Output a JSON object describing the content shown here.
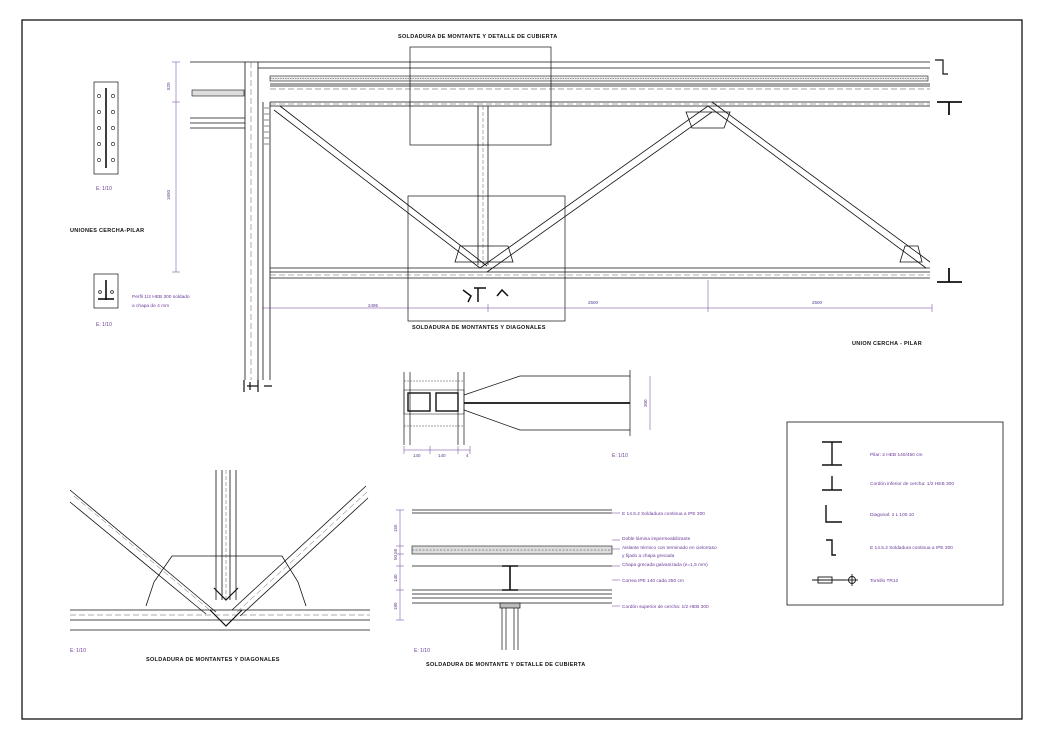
{
  "titles": {
    "top_center": "SOLDADURA DE MONTANTE Y DETALLE DE CUBIERTA",
    "mid_center": "SOLDADURA DE MONTANTES Y DIAGONALES",
    "left_block": "UNIONES CERCHA-PILAR",
    "right_block": "UNION CERCHA - PILAR",
    "bottom_left": "SOLDADURA DE MONTANTES Y DIAGONALES",
    "bottom_center": "SOLDADURA DE MONTANTE Y DETALLE DE CUBIERTA"
  },
  "scales": {
    "s1": "E: 1/10",
    "s2": "E: 1/10",
    "s3": "E: 1/10",
    "s4": "E: 1/10",
    "s5": "E: 1/10"
  },
  "dimensions": {
    "d520": "520",
    "d1650": "1650",
    "d2495": "2495",
    "d2500a": "2500",
    "d2500b": "2500",
    "d300": "300",
    "d140a": "140",
    "d140b": "140",
    "d4": "4",
    "v155": "155",
    "v50": "50 50",
    "v140": "140",
    "v180": "180"
  },
  "notes": {
    "perfil": "Perfil 1/2 HEB 300 soldado",
    "perfil2": "a chapa de 4 mm",
    "n1": "E 14.5.2 Soldadura continua a IPE 300",
    "n2": "Doble lámina impermeabilizante",
    "n3": "Aislante térmico con terminado en cielorraso",
    "n4": "y fijado a chapa grecada",
    "n5": "Chapa grecada galvanizada (e=1,5 mm)",
    "n6": "Correa IPE 140 cada 250 cm",
    "n7": "Cordón superior de cercha: 1/2 HEB 300"
  },
  "legend": {
    "items": [
      {
        "icon": "i-beam-icon",
        "label": "Pilar: 2 HEB 140/450 cm"
      },
      {
        "icon": "t-section-icon",
        "label": "Cordón inferior de cercha: 1/2 HEB 300"
      },
      {
        "icon": "angle-section-icon",
        "label": "Diagonal: 2 L 100.10"
      },
      {
        "icon": "weld-symbol-icon",
        "label": "E 14.5.2 Soldadura continua a IPE 300"
      },
      {
        "icon": "bolt-icon",
        "label": "Tornillo TR12"
      }
    ]
  }
}
